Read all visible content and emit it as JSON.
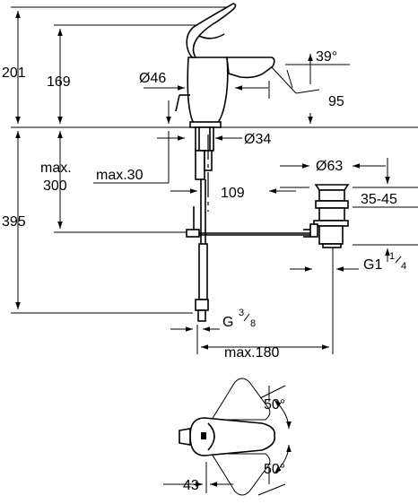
{
  "dimensions": {
    "h_total_top": "201",
    "h_spout": "169",
    "diam_body": "Ø46",
    "spout_angle": "39°",
    "h_aerator": "95",
    "diam_hole": "Ø34",
    "max_thickness_label": "max.",
    "max_thickness_value": "300",
    "max_30": "max.30",
    "reach": "109",
    "diam_waste": "Ø63",
    "waste_range": "35-45",
    "h_total_bottom": "395",
    "thread_waste_main": "G1",
    "thread_waste_num": "1",
    "thread_waste_den": "4",
    "thread_supply_main": "G",
    "thread_supply_num": "3",
    "thread_supply_den": "8",
    "max_180": "max.180",
    "swivel_angle_left": "50°",
    "swivel_angle_right": "50°",
    "lever_offset": "43"
  }
}
